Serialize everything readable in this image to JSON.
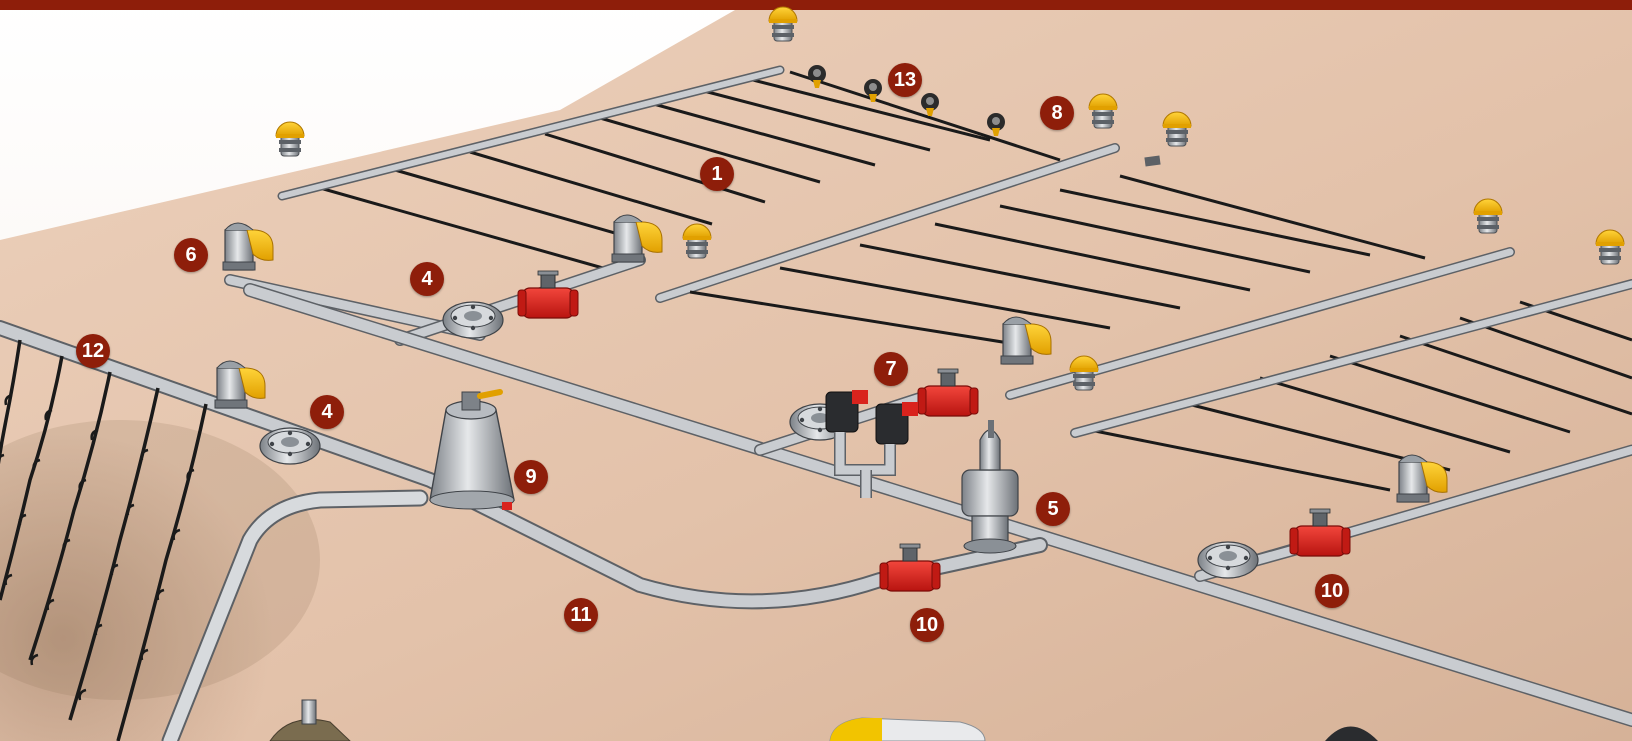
{
  "diagram": {
    "colors": {
      "banner": "#8e1e0a",
      "ground": "#e9c9b2",
      "pipe": "#c9ccd0",
      "pipe_edge": "#5d6166",
      "drip_line": "#1a1a1a",
      "valve_red": "#d9231d",
      "cap_yellow": "#f2b705",
      "callout_fill": "#8e1e0a",
      "callout_text": "#ffffff"
    },
    "callouts": [
      {
        "id": "c1",
        "label": "1",
        "component": "drip-lateral"
      },
      {
        "id": "c4a",
        "label": "4",
        "component": "disc-filter-upper"
      },
      {
        "id": "c4b",
        "label": "4",
        "component": "disc-filter-lower"
      },
      {
        "id": "c5",
        "label": "5",
        "component": "combination-air-valve"
      },
      {
        "id": "c6",
        "label": "6",
        "component": "flushing-elbow"
      },
      {
        "id": "c7",
        "label": "7",
        "component": "hydraulic-control-valves"
      },
      {
        "id": "c8",
        "label": "8",
        "component": "end-of-line-flush-cap"
      },
      {
        "id": "c9",
        "label": "9",
        "component": "vacuum-relief-tank"
      },
      {
        "id": "c10a",
        "label": "10",
        "component": "red-control-valve-main"
      },
      {
        "id": "c10b",
        "label": "10",
        "component": "red-control-valve-right"
      },
      {
        "id": "c11",
        "label": "11",
        "component": "main-line"
      },
      {
        "id": "c12",
        "label": "12",
        "component": "dripper-loops"
      },
      {
        "id": "c13",
        "label": "13",
        "component": "emitters"
      }
    ],
    "icons": [
      "flush-cap-icon",
      "elbow-icon",
      "filter-icon",
      "valve-icon",
      "air-valve-icon",
      "emitter-icon"
    ]
  }
}
